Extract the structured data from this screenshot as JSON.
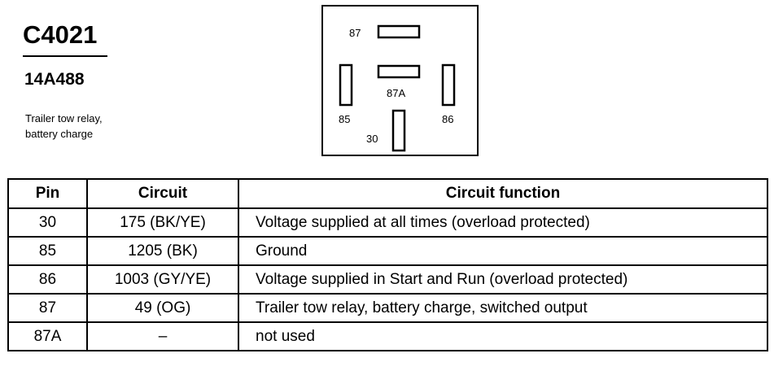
{
  "connector": {
    "id": "C4021",
    "part_number": "14A488",
    "description_line1": "Trailer tow relay,",
    "description_line2": "battery charge"
  },
  "diagram": {
    "pins": [
      {
        "label": "87"
      },
      {
        "label": "87A"
      },
      {
        "label": "85"
      },
      {
        "label": "86"
      },
      {
        "label": "30"
      }
    ]
  },
  "table": {
    "headers": [
      "Pin",
      "Circuit",
      "Circuit function"
    ],
    "rows": [
      {
        "pin": "30",
        "circuit": "175 (BK/YE)",
        "function": "Voltage supplied at all times (overload protected)"
      },
      {
        "pin": "85",
        "circuit": "1205 (BK)",
        "function": "Ground"
      },
      {
        "pin": "86",
        "circuit": "1003 (GY/YE)",
        "function": "Voltage supplied in Start and Run (overload protected)"
      },
      {
        "pin": "87",
        "circuit": "49 (OG)",
        "function": "Trailer tow relay, battery charge, switched output"
      },
      {
        "pin": "87A",
        "circuit": "–",
        "function": "not used"
      }
    ]
  }
}
